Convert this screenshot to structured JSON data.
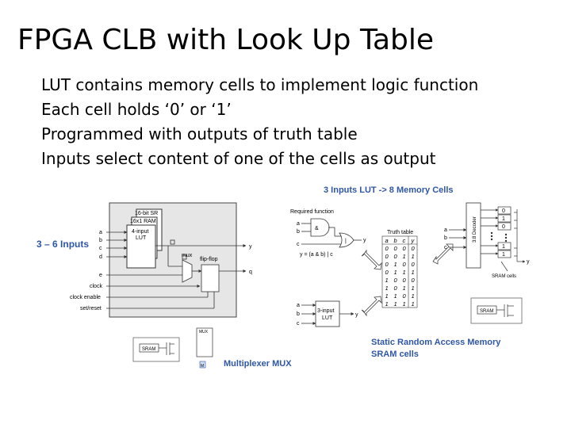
{
  "slide": {
    "title": "FPGA CLB with Look Up Table",
    "bullets": [
      "LUT contains memory cells to implement logic function",
      "Each cell holds ‘0’ or ‘1’",
      "Programmed with outputs of truth table",
      "Inputs select content of one of the cells as output"
    ]
  },
  "clb": {
    "inputs_label": "3 – 6 Inputs",
    "sr_label": "16-bit SR",
    "ram_label": "16x1 RAM",
    "lut_label_1": "4-input",
    "lut_label_2": "LUT",
    "mux_label": "mux",
    "ff_label": "flip-flop",
    "inputs": [
      "a",
      "b",
      "c",
      "d",
      "e",
      "clock",
      "clock enable",
      "set/reset"
    ],
    "out_y": "y",
    "out_q": "q"
  },
  "mux_detail": {
    "box_label": "MUX",
    "sram_label": "SRAM",
    "m_label": "M",
    "caption": "Multiplexer MUX"
  },
  "lut3": {
    "header": "3 Inputs LUT -> 8 Memory Cells",
    "required_function": "Required function",
    "and_symbol": "&",
    "or_symbol": "|",
    "equation": "y = (a & b) | c",
    "truth_table_label": "Truth table",
    "tt_headers": [
      "a",
      "b",
      "c",
      "y"
    ],
    "tt_rows": [
      [
        "0",
        "0",
        "0",
        "0"
      ],
      [
        "0",
        "0",
        "1",
        "1"
      ],
      [
        "0",
        "1",
        "0",
        "0"
      ],
      [
        "0",
        "1",
        "1",
        "1"
      ],
      [
        "1",
        "0",
        "0",
        "0"
      ],
      [
        "1",
        "0",
        "1",
        "1"
      ],
      [
        "1",
        "1",
        "0",
        "1"
      ],
      [
        "1",
        "1",
        "1",
        "1"
      ]
    ],
    "inputs": [
      "a",
      "b",
      "c"
    ],
    "out_y": "y",
    "lut_label_1": "3-input",
    "lut_label_2": "LUT",
    "decoder_label": "3:8 Decoder",
    "cells_top": [
      "0",
      "1",
      "0"
    ],
    "cells_bottom": [
      "1",
      "1"
    ],
    "sram_cells_label": "SRAM cells",
    "sram_label": "SRAM",
    "caption_1": "Static Random Access Memory",
    "caption_2": "SRAM cells"
  },
  "colors": {
    "accent": "#2f57a6",
    "panel": "#e6e6e6"
  }
}
